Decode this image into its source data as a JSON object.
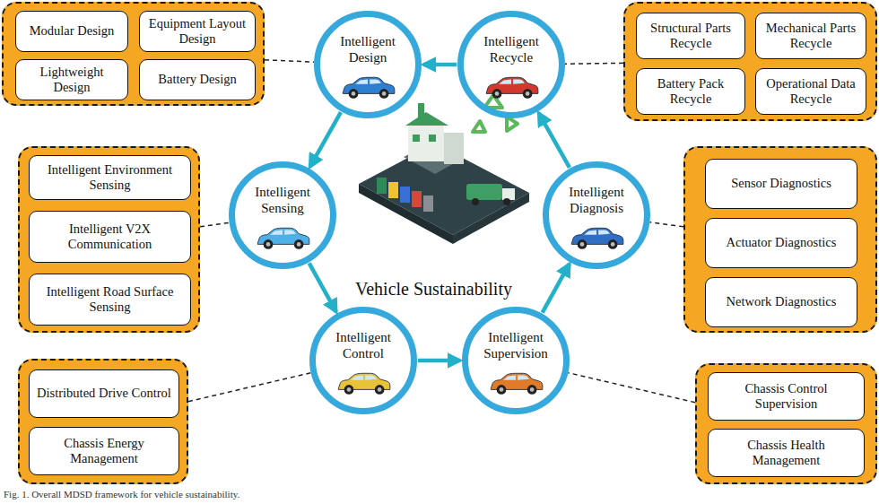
{
  "diagram": {
    "caption": "Fig. 1. Overall MDSD framework for vehicle sustainability.",
    "nodes": [
      {
        "text": []
      },
      {
        "text": [
          "Modular Design"
        ],
        "in": 0
      },
      {
        "text": [
          "Equipment Layout Design"
        ],
        "in": 0
      },
      {
        "text": [
          "Lightweight Design"
        ],
        "in": 0
      },
      {
        "text": [
          "Battery Design"
        ],
        "in": 0
      },
      {
        "text": [
          "Intelligent Design"
        ]
      },
      {
        "text": []
      },
      {
        "text": [
          "Structural Parts Recycle"
        ],
        "in": 6
      },
      {
        "text": [
          "Mechanical Parts Recycle"
        ],
        "in": 6
      },
      {
        "text": [
          "Battery Pack Recycle"
        ],
        "in": 6
      },
      {
        "text": [
          "Operational Data Recycle"
        ],
        "in": 6
      },
      {
        "text": [
          "Intelligent Recycle"
        ]
      },
      {
        "text": []
      },
      {
        "text": [
          "Intelligent Environment Sensing"
        ],
        "in": 12
      },
      {
        "text": [
          "Intelligent V2X Communication"
        ],
        "in": 12
      },
      {
        "text": [
          "Intelligent Road Surface Sensing"
        ],
        "in": 12
      },
      {
        "text": [
          "Intelligent Sensing"
        ]
      },
      {
        "text": [
          "Intelligent Diagnosis"
        ]
      },
      {
        "text": []
      },
      {
        "text": [
          "Sensor Diagnostics"
        ],
        "in": 18
      },
      {
        "text": [
          "Actuator Diagnostics"
        ],
        "in": 18
      },
      {
        "text": [
          "Network Diagnostics"
        ],
        "in": 18
      },
      {
        "text": [
          "Intelligent Control"
        ]
      },
      {
        "text": [
          "Intelligent Supervision"
        ]
      },
      {
        "text": []
      },
      {
        "text": [
          "Distributed Drive Control"
        ],
        "in": 24
      },
      {
        "text": [
          "Chassis Energy Management"
        ],
        "in": 24
      },
      {
        "text": []
      },
      {
        "text": [
          "Chassis Control Supervision"
        ],
        "in": 27
      },
      {
        "text": [
          "Chassis Health Management"
        ],
        "in": 27
      }
    ],
    "edges": [
      {
        "from": 5,
        "to": 16,
        "arrow": "to"
      },
      {
        "from": 16,
        "to": 22,
        "arrow": "to"
      },
      {
        "from": 22,
        "to": 23,
        "arrow": "to"
      },
      {
        "from": 23,
        "to": 17,
        "arrow": "to"
      },
      {
        "from": 17,
        "to": 11,
        "arrow": "to"
      },
      {
        "from": 11,
        "to": 5,
        "arrow": "to"
      },
      {
        "from": 0,
        "to": 5,
        "arrow": "none"
      },
      {
        "from": 6,
        "to": 11,
        "arrow": "none"
      },
      {
        "from": 12,
        "to": 16,
        "arrow": "none"
      },
      {
        "from": 18,
        "to": 17,
        "arrow": "none"
      },
      {
        "from": 24,
        "to": 22,
        "arrow": "none"
      },
      {
        "from": 27,
        "to": 23,
        "arrow": "none"
      }
    ],
    "labels": [
      "Vehicle Sustainability"
    ]
  }
}
